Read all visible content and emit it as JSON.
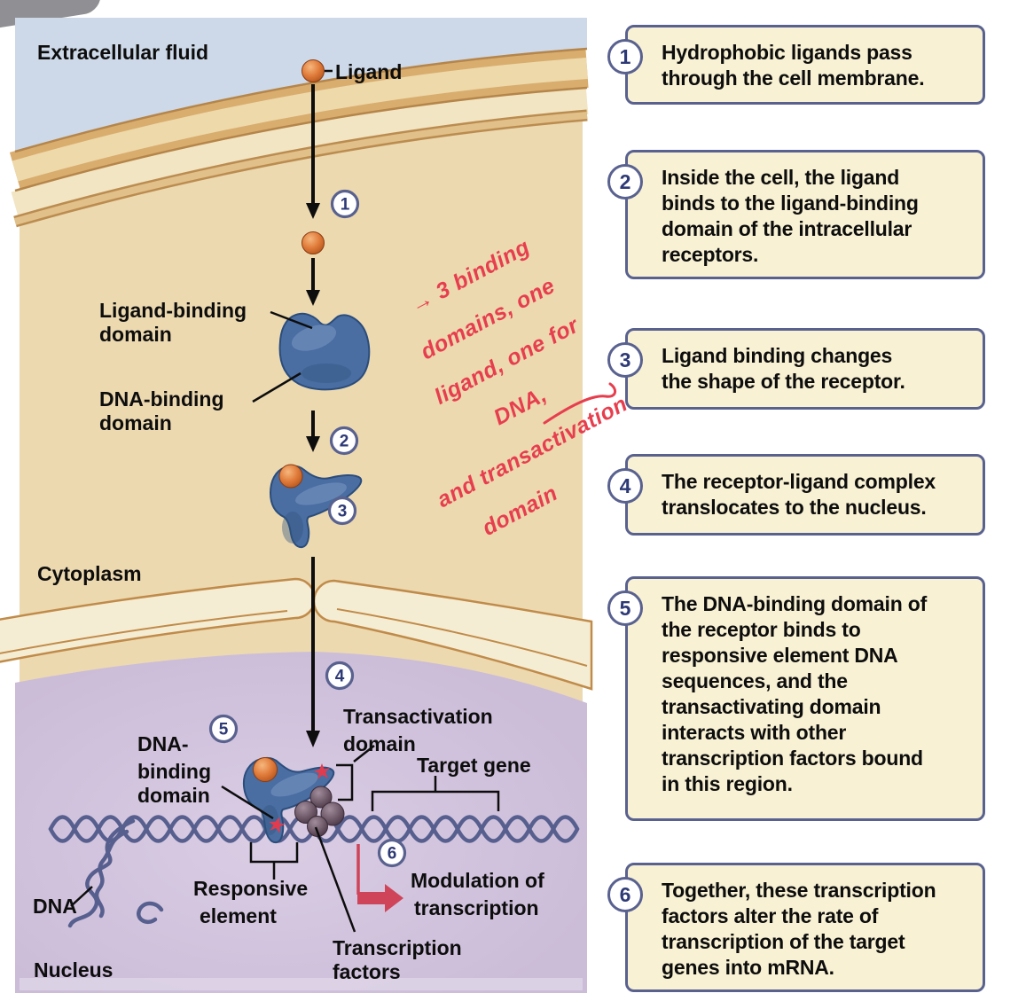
{
  "diagram": {
    "labels": {
      "extracellular_fluid": "Extracellular fluid",
      "ligand": "Ligand",
      "ligand_binding": [
        "Ligand-binding",
        "domain"
      ],
      "dna_binding": [
        "DNA-binding",
        "domain"
      ],
      "cytoplasm": "Cytoplasm",
      "dna_binding_nuc": [
        "DNA-",
        "binding",
        "domain"
      ],
      "transactivation": [
        "Transactivation",
        "domain"
      ],
      "target_gene": "Target gene",
      "responsive_element": [
        "Responsive",
        "element"
      ],
      "transcription_factors": [
        "Transcription",
        "factors"
      ],
      "modulation": [
        "Modulation of",
        "transcription"
      ],
      "dna": "DNA",
      "nucleus": "Nucleus"
    },
    "steps": [
      "1",
      "2",
      "3",
      "4",
      "5",
      "6"
    ]
  },
  "annotation": {
    "lines": [
      "→ 3 binding",
      "domains, one",
      "ligand, one for",
      "DNA,",
      "and transactivation",
      "domain"
    ]
  },
  "callouts": [
    {
      "num": "1",
      "text": "Hydrophobic ligands pass\nthrough the cell membrane."
    },
    {
      "num": "2",
      "text": "Inside the cell, the ligand\nbinds to the ligand-binding\ndomain of the intracellular\nreceptors."
    },
    {
      "num": "3",
      "text": "Ligand binding changes\nthe shape of the receptor."
    },
    {
      "num": "4",
      "text": "The receptor-ligand complex\ntranslocates to the nucleus."
    },
    {
      "num": "5",
      "text": "The DNA-binding domain of\nthe receptor binds to\nresponsive element DNA\nsequences, and the\ntransactivating domain\ninteracts with other\ntranscription factors bound\nin this region."
    },
    {
      "num": "6",
      "text": "Together, these transcription\nfactors alter the rate of\ntranscription of the target\ngenes into mRNA."
    }
  ],
  "colors": {
    "extracellular_fluid": "#cdd9e8",
    "membrane_tan": "#d8ad6e",
    "cytoplasm": "#ecd9b0",
    "nucleus_purple": "#cbbcd8",
    "envelope_cream": "#f5edd3",
    "receptor_blue": "#4a6da2",
    "ligand_orange": "#d96c2d",
    "dna_strand": "#575f8e",
    "transcription_factor": "#6b5765",
    "annotation_red": "#e73e4e",
    "modulation_red": "#cf4459",
    "callout_fill": "#f8f1d4",
    "callout_border": "#59618f",
    "step_number": "#2e3a76"
  }
}
